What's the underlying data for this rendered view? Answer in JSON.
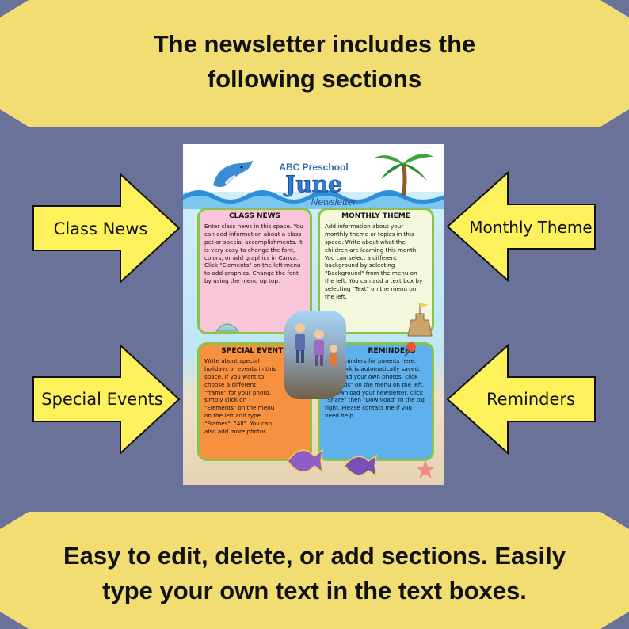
{
  "top_banner": {
    "heading": "The newsletter includes the following sections"
  },
  "bottom_banner": {
    "heading": "Easy to edit, delete, or add sections. Easily type your own text in the text boxes."
  },
  "callouts": {
    "class_news": "Class News",
    "monthly_theme": "Monthly Theme",
    "special_events": "Special Events",
    "reminders": "Reminders"
  },
  "newsletter": {
    "school": "ABC Preschool",
    "month": "June",
    "subtitle": "Newsletter",
    "sections": {
      "class_news": {
        "title": "CLASS NEWS",
        "body": "Enter class news in this space. You can add information about a class pet or special accomplishments. It is very easy to change the font, colors, or add graphics in Canva. Click \"Elements\" on the left menu to add graphics. Change the font by using the menu up top."
      },
      "monthly_theme": {
        "title": "MONTHLY THEME",
        "body": "Add information about your monthly theme or topics in this space. Write about what the children are learning this month. You can select a different background by selecting \"Background\" from the menu on the left. You can add a text box by selecting \"Text\" on the menu on the left."
      },
      "special_events": {
        "title": "SPECIAL EVENTS",
        "body": "Write about special holidays or events in this space. If you want to choose a different \"frame\" for your photo, simply click on \"Elements\" on the menu on the left and type \"Frames\", \"All\". You can also add more photos."
      },
      "reminders": {
        "title": "REMINDERS",
        "body": "Add reminders for parents here. Your work is automatically saved. To upload your own photos, click \"Uploads\" on the menu on the left. To download your newsletter, click \"Share\" then \"Download\" in the top right. Please contact me if you need help."
      }
    }
  },
  "colors": {
    "banner": "#f1dd72",
    "background": "#6b7299",
    "arrow": "#fdf25c",
    "class_news_box": "#f8c6d8",
    "monthly_theme_box": "#f3f7dc",
    "special_events_box": "#f7913f",
    "reminders_box": "#5fb1ee"
  }
}
